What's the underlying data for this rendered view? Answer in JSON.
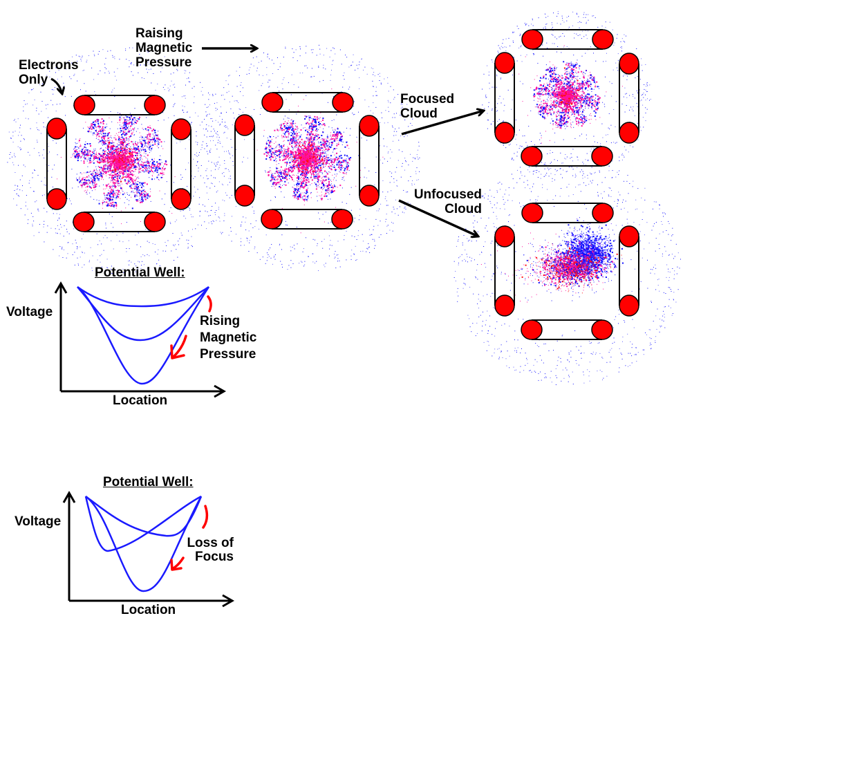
{
  "labels": {
    "raising": "Raising\nMagnetic\nPressure",
    "electrons_only": "Electrons\nOnly",
    "focused": "Focused\nCloud",
    "unfocused": "Unfocused\nCloud"
  },
  "graph1": {
    "title": "Potential Well:",
    "ylabel": "Voltage",
    "xlabel": "Location",
    "annotation": "Rising\nMagnetic\nPressure"
  },
  "graph2": {
    "title": "Potential Well:",
    "ylabel": "Voltage",
    "xlabel": "Location",
    "annotation": "Loss of\nFocus"
  },
  "colors": {
    "magnet": "#ff0000",
    "curve": "#1a1aff",
    "cloud_blue": "#1010ff",
    "cloud_pink": "#ff10a0",
    "cloud_red": "#ff1010"
  }
}
